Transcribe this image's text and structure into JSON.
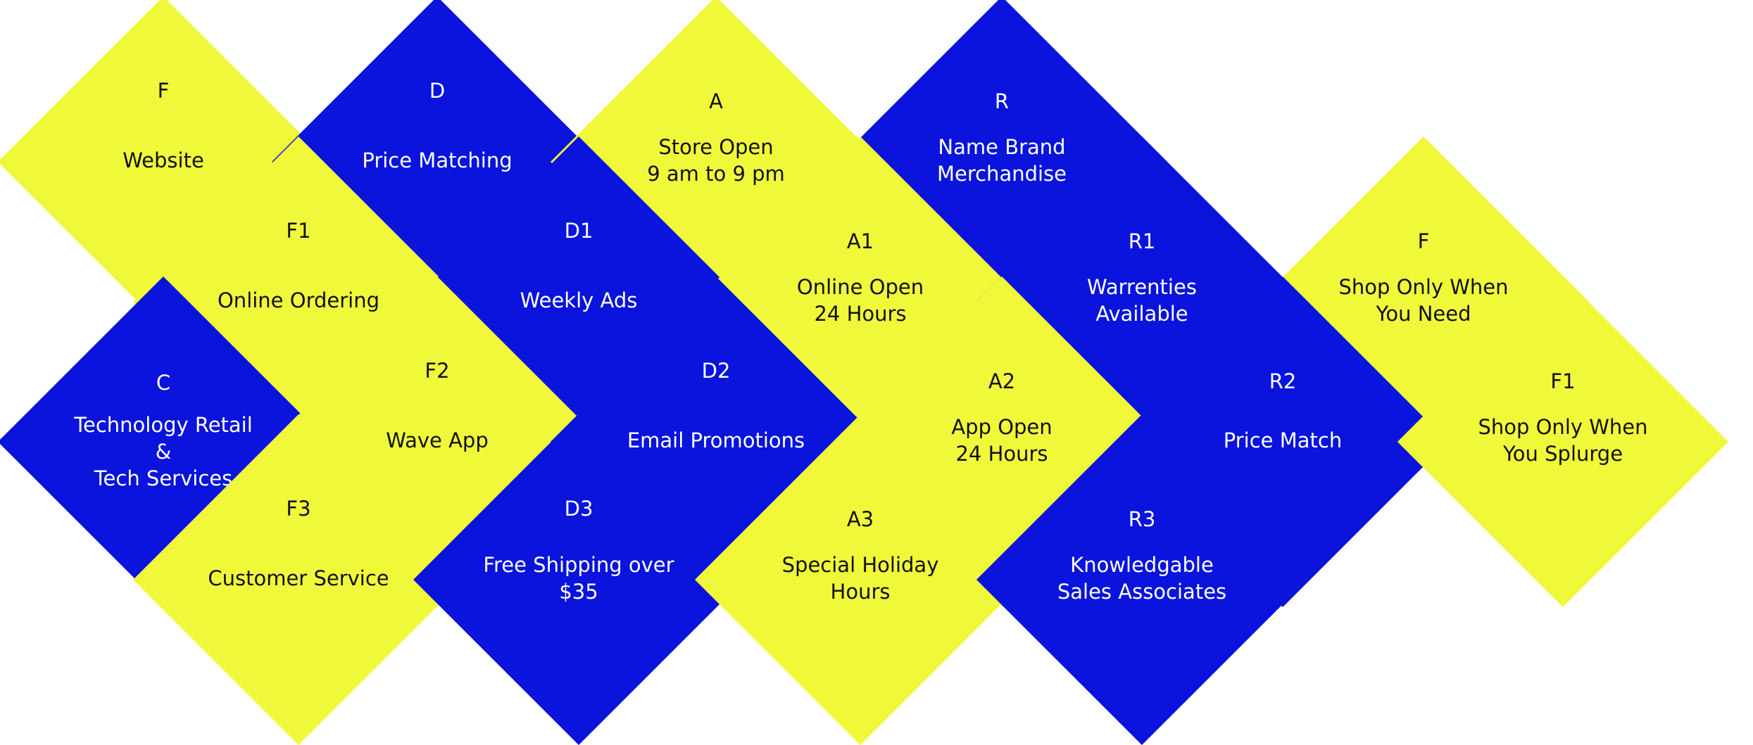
{
  "colors": {
    "yellow": "#f0f83a",
    "blue": "#0a14dc",
    "yellow_text": "#111111",
    "blue_text": "#ffffff"
  },
  "tiles": [
    {
      "code": "F",
      "label": "Website",
      "color": "yellow"
    },
    {
      "code": "D",
      "label": "Price Matching",
      "color": "blue"
    },
    {
      "code": "A",
      "label": "Store Open\n9 am to 9 pm",
      "color": "yellow"
    },
    {
      "code": "R",
      "label": "Name Brand\nMerchandise",
      "color": "blue"
    },
    {
      "code": "F1",
      "label": "Online Ordering",
      "color": "yellow"
    },
    {
      "code": "D1",
      "label": "Weekly Ads",
      "color": "blue"
    },
    {
      "code": "A1",
      "label": "Online Open\n24 Hours",
      "color": "yellow"
    },
    {
      "code": "R1",
      "label": "Warrenties\nAvailable",
      "color": "blue"
    },
    {
      "code": "F",
      "label": "Shop Only When\nYou Need",
      "color": "yellow"
    },
    {
      "code": "C",
      "label": "Technology Retail\n&\nTech Services",
      "color": "blue"
    },
    {
      "code": "F2",
      "label": "Wave App",
      "color": "yellow"
    },
    {
      "code": "D2",
      "label": "Email Promotions",
      "color": "blue"
    },
    {
      "code": "A2",
      "label": "App Open\n24 Hours",
      "color": "yellow"
    },
    {
      "code": "R2",
      "label": "Price Match",
      "color": "blue"
    },
    {
      "code": "F1",
      "label": "Shop Only When\nYou Splurge",
      "color": "yellow"
    },
    {
      "code": "F3",
      "label": "Customer Service",
      "color": "yellow"
    },
    {
      "code": "D3",
      "label": "Free Shipping over\n$35",
      "color": "blue"
    },
    {
      "code": "A3",
      "label": "Special Holiday\nHours",
      "color": "yellow"
    },
    {
      "code": "R3",
      "label": "Knowledgable\nSales Associates",
      "color": "blue"
    }
  ]
}
